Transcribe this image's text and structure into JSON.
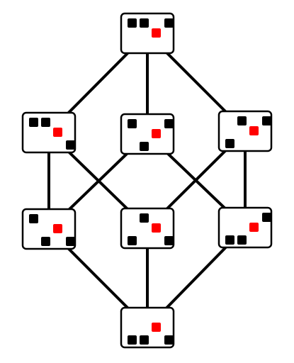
{
  "diagram": {
    "colors": {
      "background": "#ffffff",
      "edge": "#000000",
      "node_fill": "#ffffff",
      "node_border": "#000000",
      "black_square": "#000000",
      "red_square": "#ff0000"
    },
    "nodes": [
      {
        "id": "top",
        "squares": [
          {
            "color": "black",
            "row": 0,
            "col": 0
          },
          {
            "color": "black",
            "row": 0,
            "col": 1
          },
          {
            "color": "red",
            "row": 1,
            "col": 2
          },
          {
            "color": "black",
            "row": 0,
            "col": 3
          }
        ]
      },
      {
        "id": "mid-upper-left",
        "squares": [
          {
            "color": "black",
            "row": 0,
            "col": 0
          },
          {
            "color": "black",
            "row": 0,
            "col": 1
          },
          {
            "color": "red",
            "row": 1,
            "col": 2
          },
          {
            "color": "black",
            "row": 2,
            "col": 3
          }
        ]
      },
      {
        "id": "mid-upper-center",
        "squares": [
          {
            "color": "black",
            "row": 0,
            "col": 0
          },
          {
            "color": "black",
            "row": 0,
            "col": 3
          },
          {
            "color": "red",
            "row": 1,
            "col": 2
          },
          {
            "color": "black",
            "row": 2,
            "col": 1
          }
        ]
      },
      {
        "id": "mid-upper-right",
        "squares": [
          {
            "color": "black",
            "row": 0,
            "col": 1
          },
          {
            "color": "black",
            "row": 0,
            "col": 3
          },
          {
            "color": "red",
            "row": 1,
            "col": 2
          },
          {
            "color": "black",
            "row": 2,
            "col": 0
          }
        ]
      },
      {
        "id": "mid-lower-left",
        "squares": [
          {
            "color": "black",
            "row": 0,
            "col": 0
          },
          {
            "color": "red",
            "row": 1,
            "col": 2
          },
          {
            "color": "black",
            "row": 2,
            "col": 1
          },
          {
            "color": "black",
            "row": 2,
            "col": 3
          }
        ]
      },
      {
        "id": "mid-lower-center",
        "squares": [
          {
            "color": "black",
            "row": 0,
            "col": 1
          },
          {
            "color": "red",
            "row": 1,
            "col": 2
          },
          {
            "color": "black",
            "row": 2,
            "col": 0
          },
          {
            "color": "black",
            "row": 2,
            "col": 3
          }
        ]
      },
      {
        "id": "mid-lower-right",
        "squares": [
          {
            "color": "black",
            "row": 0,
            "col": 3
          },
          {
            "color": "red",
            "row": 1,
            "col": 2
          },
          {
            "color": "black",
            "row": 2,
            "col": 0
          },
          {
            "color": "black",
            "row": 2,
            "col": 1
          }
        ]
      },
      {
        "id": "bottom",
        "squares": [
          {
            "color": "red",
            "row": 1,
            "col": 2
          },
          {
            "color": "black",
            "row": 2,
            "col": 0
          },
          {
            "color": "black",
            "row": 2,
            "col": 1
          },
          {
            "color": "black",
            "row": 2,
            "col": 3
          }
        ]
      }
    ],
    "edges": [
      {
        "from": "top",
        "to": "mid-upper-left"
      },
      {
        "from": "top",
        "to": "mid-upper-center"
      },
      {
        "from": "top",
        "to": "mid-upper-right"
      },
      {
        "from": "mid-upper-left",
        "to": "mid-lower-left"
      },
      {
        "from": "mid-upper-left",
        "to": "mid-lower-center"
      },
      {
        "from": "mid-upper-center",
        "to": "mid-lower-left"
      },
      {
        "from": "mid-upper-center",
        "to": "mid-lower-right"
      },
      {
        "from": "mid-upper-right",
        "to": "mid-lower-center"
      },
      {
        "from": "mid-upper-right",
        "to": "mid-lower-right"
      },
      {
        "from": "mid-lower-left",
        "to": "bottom"
      },
      {
        "from": "mid-lower-center",
        "to": "bottom"
      },
      {
        "from": "mid-lower-right",
        "to": "bottom"
      }
    ]
  }
}
